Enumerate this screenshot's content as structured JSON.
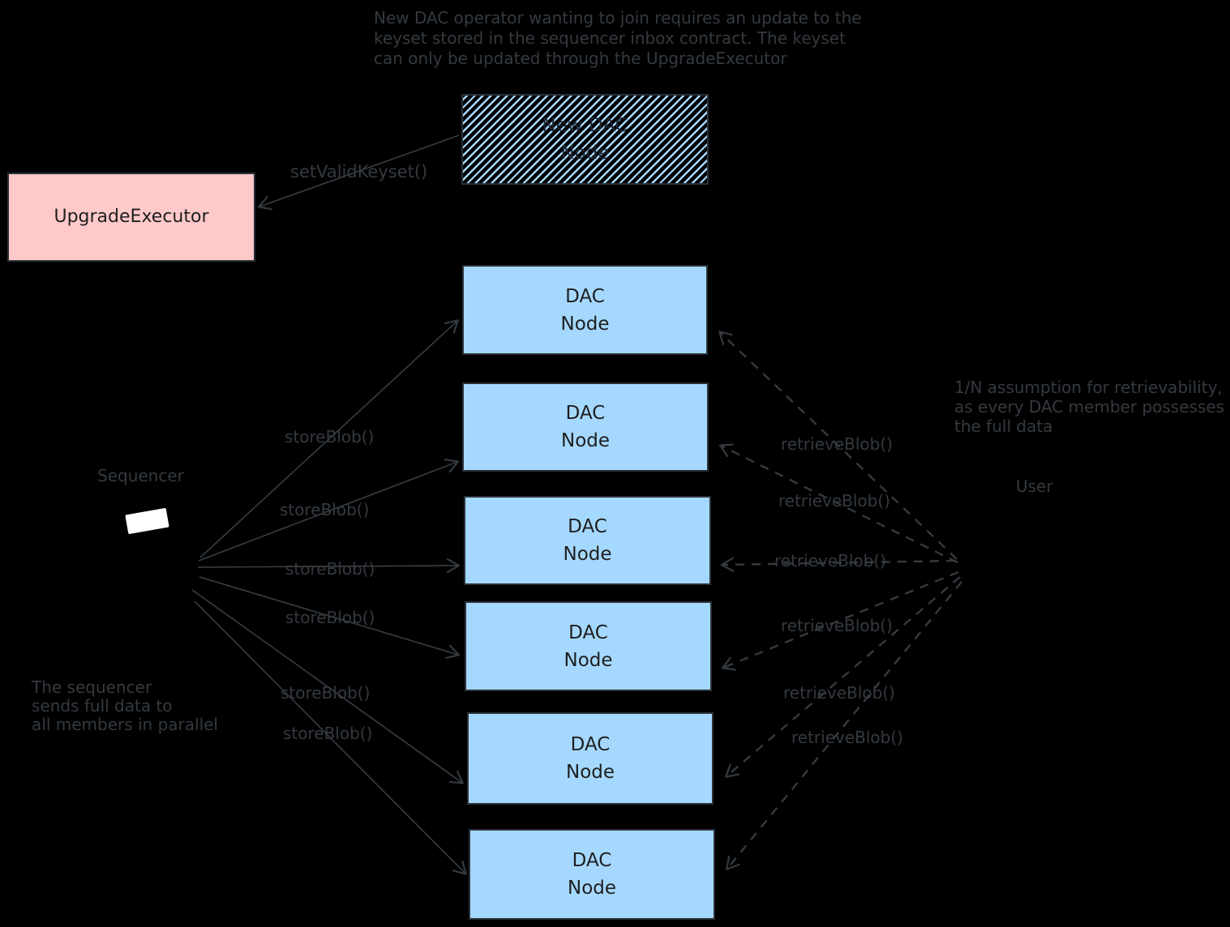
{
  "annotations": {
    "keyset_note": "New DAC operator wanting to join requires an update to the\nkeyset stored in the sequencer inbox contract. The keyset\ncan only be updated through the UpgradeExecutor",
    "retrievability_note": "1/N assumption for retrievability,\nas every DAC member possesses\nthe full data",
    "parallel_note": "The sequencer\nsends full data to\nall members in parallel"
  },
  "actors": {
    "sequencer_label": "Sequencer",
    "user_label": "User"
  },
  "nodes": {
    "upgrade_executor": {
      "label": "UpgradeExecutor",
      "fill": "#ffc9c9"
    },
    "new_dac_node": {
      "label": "New DAC\nNode",
      "fill_style": "hachure",
      "hachure_color": "#a5d8ff"
    },
    "dac_nodes": [
      {
        "label": "DAC\nNode"
      },
      {
        "label": "DAC\nNode"
      },
      {
        "label": "DAC\nNode"
      },
      {
        "label": "DAC\nNode"
      },
      {
        "label": "DAC\nNode"
      },
      {
        "label": "DAC\nNode"
      }
    ],
    "dac_fill": "#a5d8ff"
  },
  "edges": {
    "set_valid_keyset": {
      "label": "setValidKeyset()",
      "style": "solid"
    },
    "store": [
      {
        "label": "storeBlob()"
      },
      {
        "label": "storeBlob()"
      },
      {
        "label": "storeBlob()"
      },
      {
        "label": "storeBlob()"
      },
      {
        "label": "storeBlob()"
      },
      {
        "label": "storeBlob()"
      }
    ],
    "retrieve": [
      {
        "label": "retrieveBlob()"
      },
      {
        "label": "retrieveBlob()"
      },
      {
        "label": "retrieveBlob()"
      },
      {
        "label": "retrieveBlob()"
      },
      {
        "label": "retrieveBlob()"
      },
      {
        "label": "retrieveBlob()"
      }
    ]
  },
  "colors": {
    "background": "#000000",
    "stroke": "#343a40",
    "dac_fill": "#a5d8ff",
    "executor_fill": "#ffc9c9"
  }
}
